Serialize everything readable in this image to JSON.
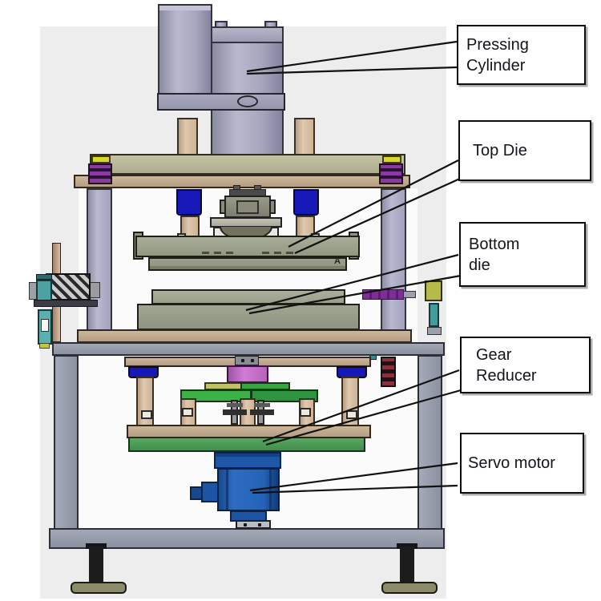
{
  "labels": {
    "pressing_cylinder": {
      "line1": "Pressing",
      "line2": "Cylinder"
    },
    "top_die": {
      "line1": "Top Die"
    },
    "bottom_die": {
      "line1": "Bottom",
      "line2": "die"
    },
    "gear_reducer": {
      "line1": "Gear",
      "line2": "Reducer"
    },
    "servo_motor": {
      "line1": "Servo motor"
    }
  },
  "marks": {
    "die_mark": "A"
  },
  "palette": {
    "page_background": "#ffffff",
    "photo_background": "#ededee",
    "machine_inner_background": "#fbfbfc",
    "outline_black": "#111111",
    "label_text": "#14141c",
    "cylinder_lavender": "#a6a6bd",
    "plate_khaki": "#b8b89a",
    "plate_tan": "#c7ac92",
    "bushing_blue": "#1718b8",
    "die_sage": "#9ba18d",
    "frame_gray": "#939aa8",
    "coupling_magenta": "#c467c3",
    "plate_green_bright": "#3db047",
    "plate_green_dark": "#2f9340",
    "bar_green": "#4f9e58",
    "bar_yellow_green": "#c0c35e",
    "motor_blue": "#2363b5",
    "foot_pad_olive": "#8c8c6d",
    "screw_yellow": "#d9d92a",
    "screw_purple": "#8b3aa1",
    "side_teal": "#3f9d9d",
    "stack_maroon": "#8f2f3b"
  }
}
